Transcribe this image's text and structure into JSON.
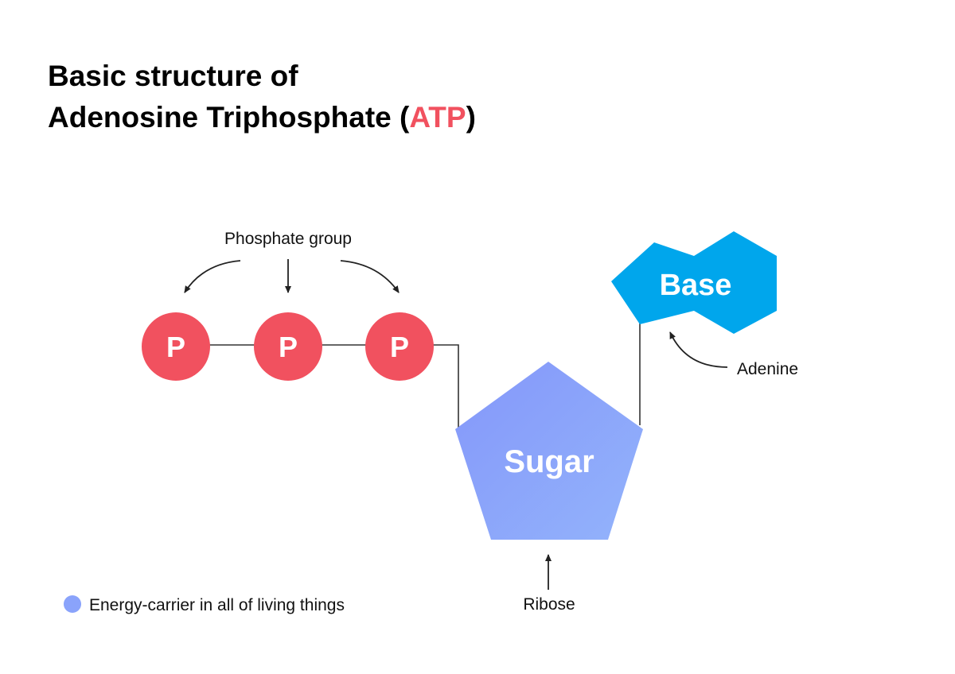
{
  "title": {
    "line1": "Basic structure of",
    "line2_prefix": "Adenosine Triphosphate (",
    "line2_accent": "ATP",
    "line2_suffix": ")"
  },
  "colors": {
    "phosphate": "#f1515f",
    "sugar": "#8aa3fb",
    "base": "#00a6ec",
    "accent_text": "#f1515f",
    "legend_dot": "#8aa3fb"
  },
  "phosphates": [
    {
      "label": "P"
    },
    {
      "label": "P"
    },
    {
      "label": "P"
    }
  ],
  "sugar": {
    "label": "Sugar"
  },
  "base": {
    "label": "Base"
  },
  "annotations": {
    "phosphate_group": "Phosphate group",
    "adenine": "Adenine",
    "ribose": "Ribose"
  },
  "legend": {
    "text": "Energy-carrier in all of living things"
  }
}
